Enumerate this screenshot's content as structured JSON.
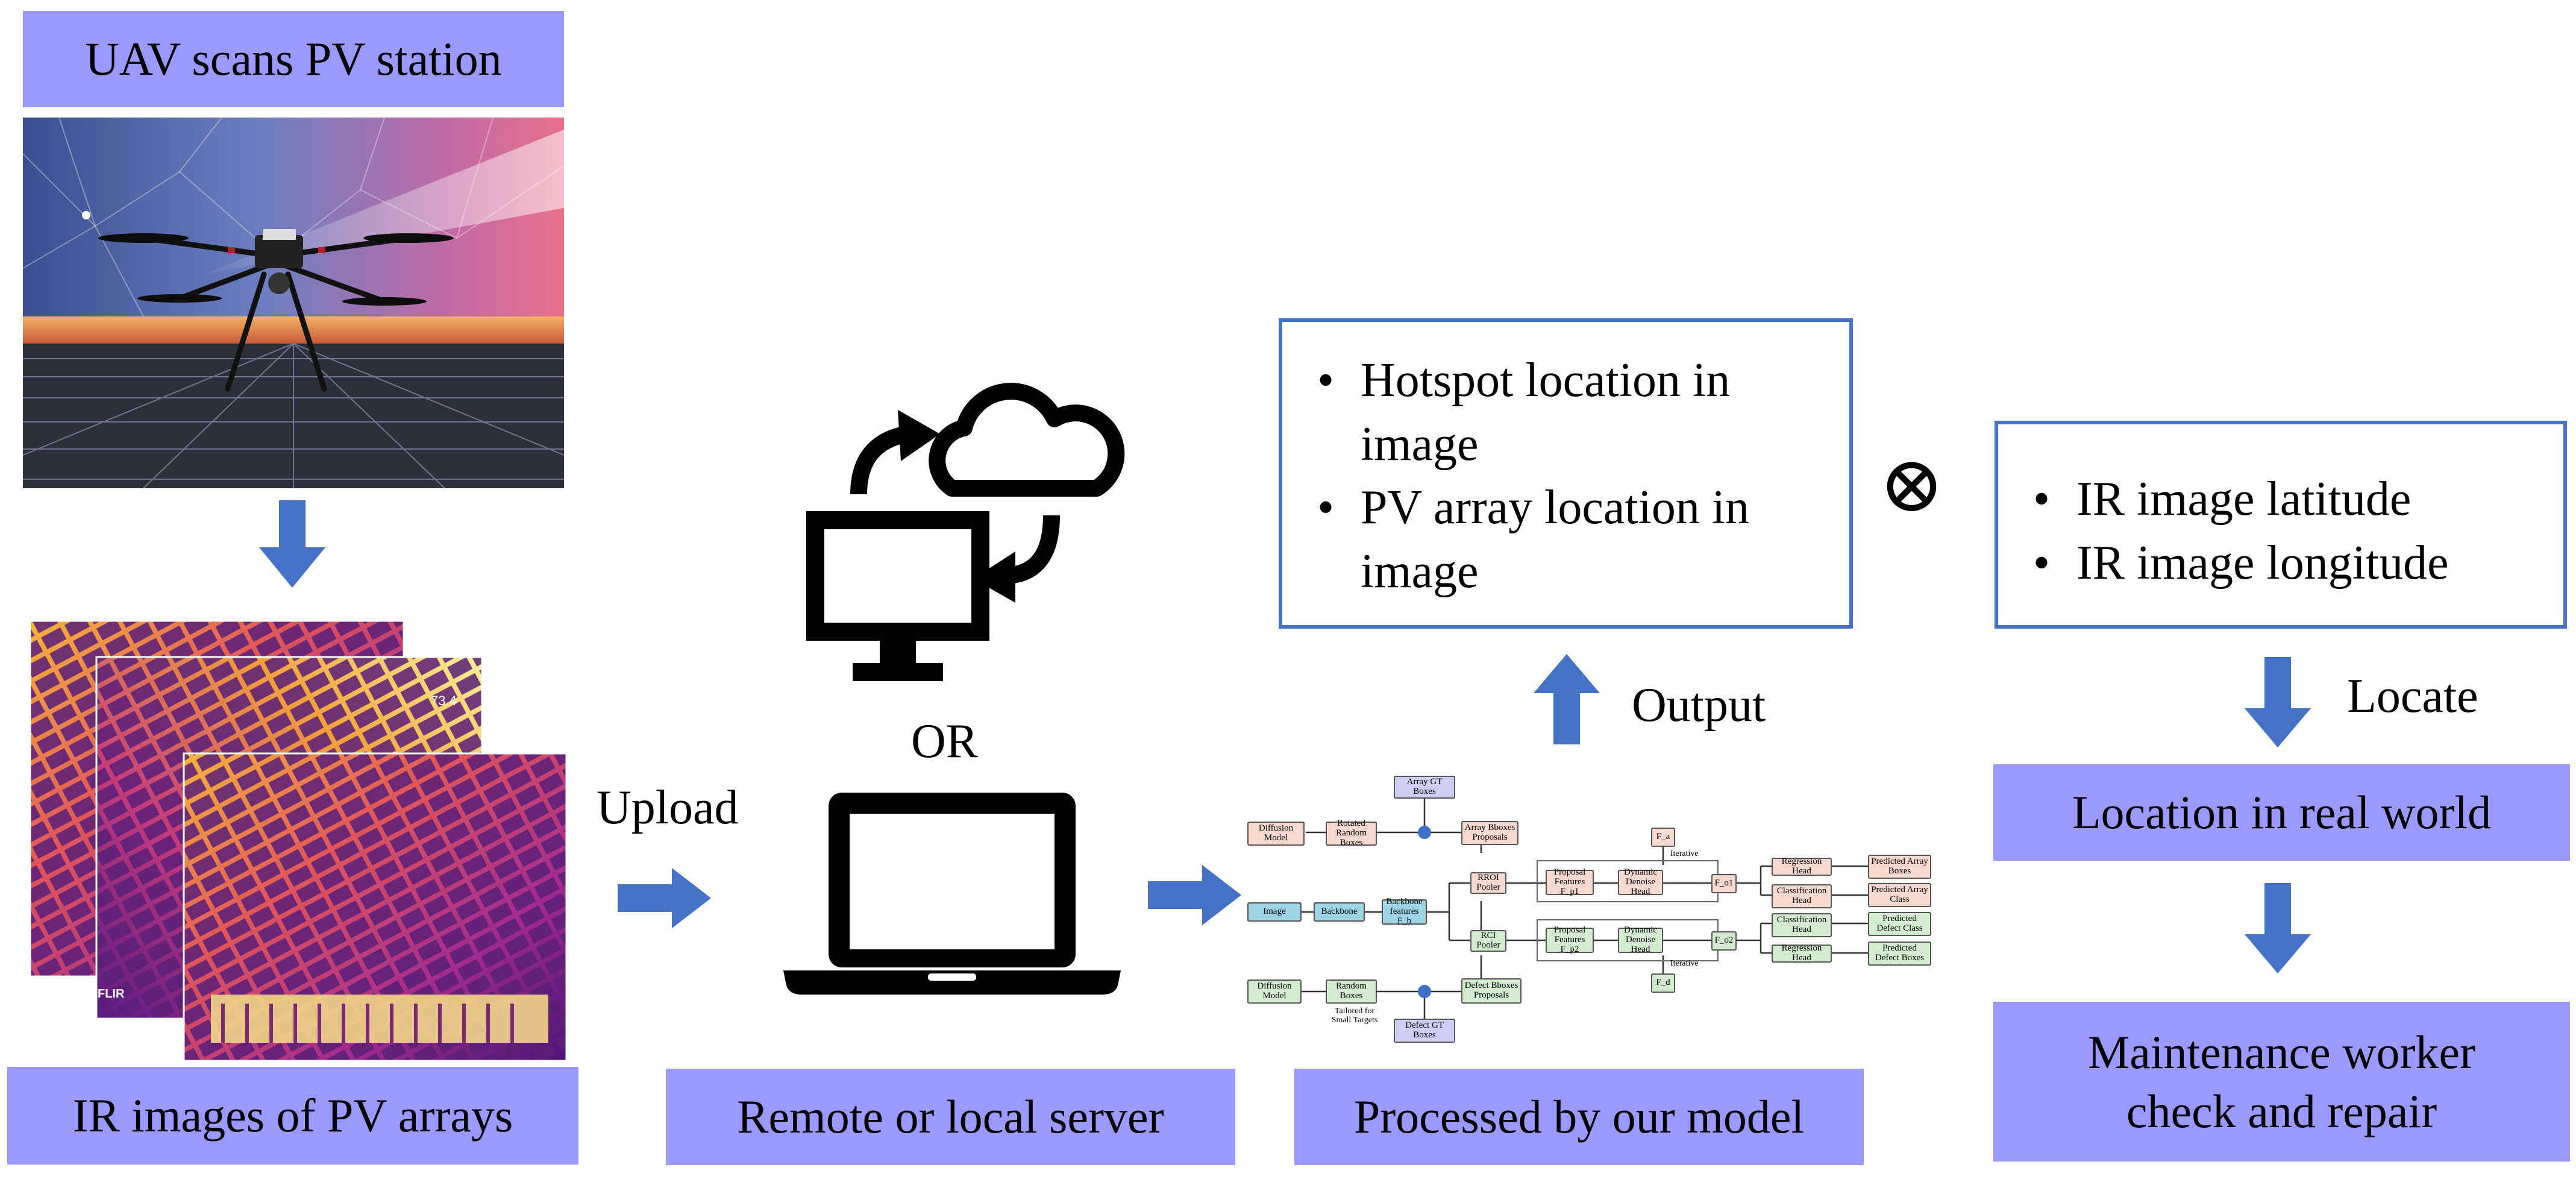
{
  "labels": {
    "uav": "UAV scans PV station",
    "ir_images": "IR images of PV arrays",
    "server": "Remote or local server",
    "processed": "Processed by our model",
    "real_world": "Location in real world",
    "maintenance_1": "Maintenance worker",
    "maintenance_2": "check and repair"
  },
  "output_box": {
    "item1_line1": "Hotspot location in",
    "item1_line2": "image",
    "item2_line1": "PV array location in",
    "item2_line2": "image"
  },
  "gps_box": {
    "item1": "IR image latitude",
    "item2": "IR image longitude"
  },
  "operator": "⊗",
  "bullet": "•",
  "arrows": {
    "upload": "Upload",
    "or": "OR",
    "output": "Output",
    "locate": "Locate"
  },
  "thermal": {
    "temp_reading": "73.4",
    "brand": "FLIR"
  },
  "model": {
    "array_gt": "Array GT Boxes",
    "diffusion_top": "Diffusion Model",
    "rotated_random": "Rotated Random Boxes",
    "array_bboxes": "Array Bboxes Proposals",
    "image": "Image",
    "backbone": "Backbone",
    "backbone_features": "Backbone features",
    "backbone_features_sub": "F_b",
    "rroi_pooler": "RROI Pooler",
    "roi_pooler": "RCI Pooler",
    "proposal_features_top": "Proposal Features",
    "proposal_features_top_sub": "F_p1",
    "proposal_features_bot": "Proposal Features",
    "proposal_features_bot_sub": "F_p2",
    "dyn_head_top": "Dynamic Denoise Head",
    "dyn_head_bot": "Dynamic Denoise Head",
    "fa_top": "F_a",
    "fa_bot": "F_d",
    "iterative_top": "Iterative",
    "iterative_bot": "Iterative",
    "fo_top": "F_o1",
    "fo_bot": "F_o2",
    "regression_top": "Regression Head",
    "classification_top": "Classification Head",
    "classification_bot": "Classification Head",
    "regression_bot": "Regression Head",
    "pred_array_boxes": "Predicted Array Boxes",
    "pred_array_class": "Predicted Array Class",
    "pred_defect_class": "Predicted Defect Class",
    "pred_defect_boxes": "Predicted Defect Boxes",
    "diffusion_bot": "Diffusion Model",
    "random_boxes": "Random Boxes",
    "defect_bboxes": "Defect Bboxes Proposals",
    "tailored": "Tailored for Small Targets",
    "defect_gt": "Defect GT Boxes"
  },
  "colors": {
    "label_bg": "#9999ff",
    "arrow": "#4472c4",
    "box_border": "#4472c4"
  },
  "icons": [
    "drone-photo",
    "thermal-image-stack",
    "cloud-sync-icon",
    "monitor-icon",
    "laptop-icon",
    "model-diagram"
  ]
}
